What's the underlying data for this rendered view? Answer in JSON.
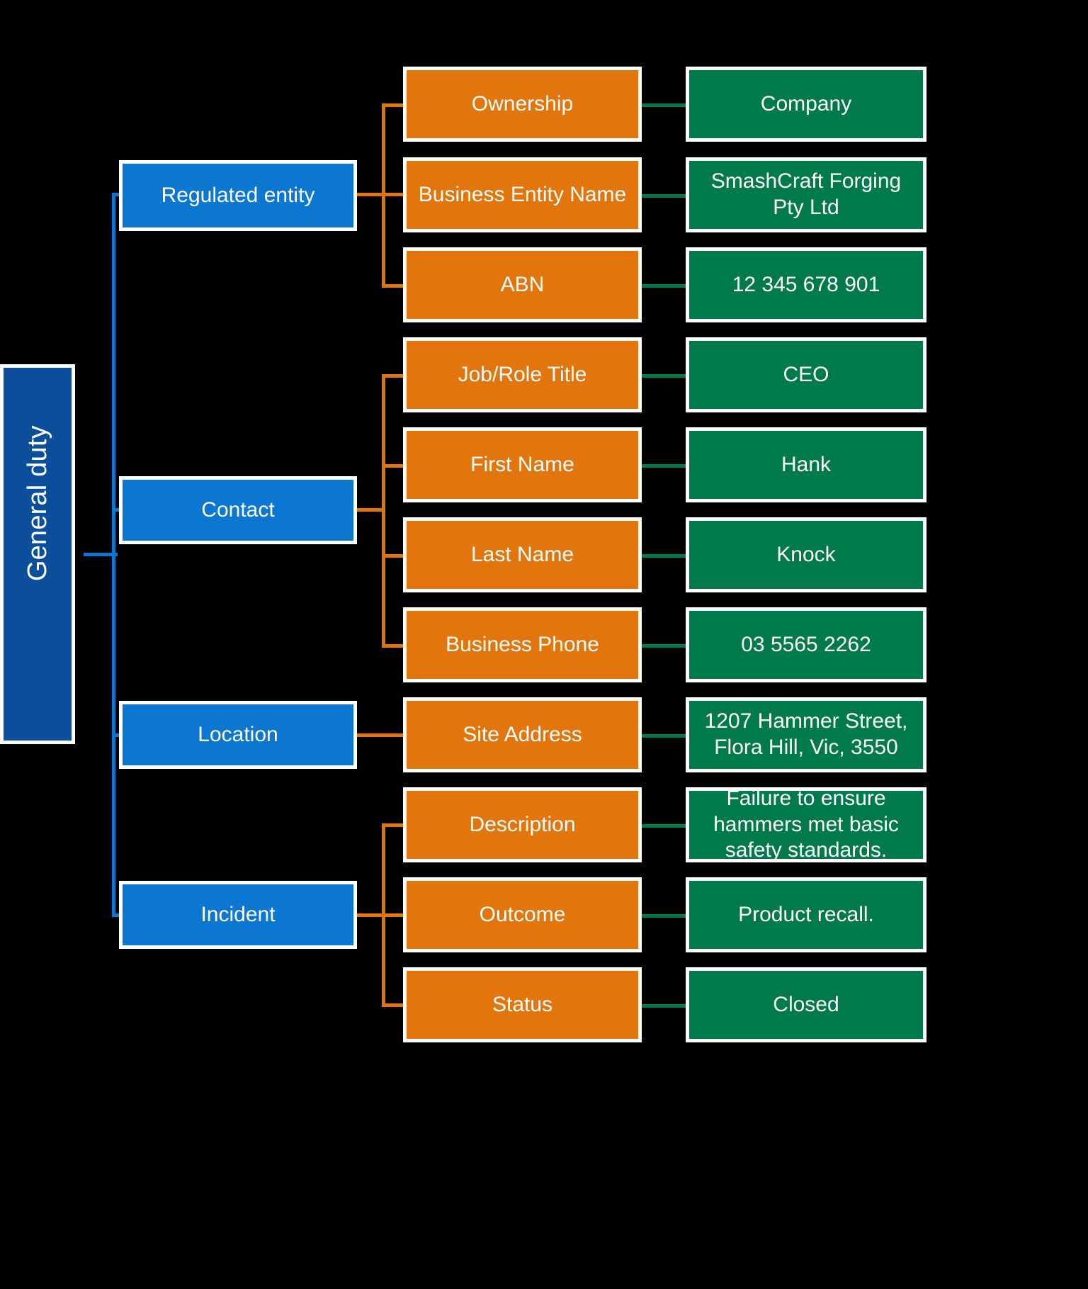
{
  "diagram": {
    "title": "General duty",
    "colors": {
      "root": "#0B4F9C",
      "level1": "#0B77D0",
      "level2": "#E2760D",
      "level3": "#00794B",
      "border": "#FFFFFF",
      "background": "#000000"
    },
    "root": {
      "label": "General duty"
    },
    "groups": [
      {
        "key": "regulated-entity",
        "label": "Regulated entity",
        "fields": [
          {
            "key": "ownership",
            "label": "Ownership",
            "value": "Company"
          },
          {
            "key": "business-entity-name",
            "label": "Business Entity Name",
            "value": "SmashCraft Forging Pty Ltd"
          },
          {
            "key": "abn",
            "label": "ABN",
            "value": "12 345 678 901"
          }
        ]
      },
      {
        "key": "contact",
        "label": "Contact",
        "fields": [
          {
            "key": "job-role-title",
            "label": "Job/Role Title",
            "value": "CEO"
          },
          {
            "key": "first-name",
            "label": "First Name",
            "value": "Hank"
          },
          {
            "key": "last-name",
            "label": "Last Name",
            "value": "Knock"
          },
          {
            "key": "business-phone",
            "label": "Business Phone",
            "value": "03 5565 2262"
          }
        ]
      },
      {
        "key": "location",
        "label": "Location",
        "fields": [
          {
            "key": "site-address",
            "label": "Site Address",
            "value": "1207 Hammer Street, Flora Hill, Vic, 3550"
          }
        ]
      },
      {
        "key": "incident",
        "label": "Incident",
        "fields": [
          {
            "key": "description",
            "label": "Description",
            "value": "Failure to ensure hammers met basic safety standards."
          },
          {
            "key": "outcome",
            "label": "Outcome",
            "value": "Product recall."
          },
          {
            "key": "status",
            "label": "Status",
            "value": "Closed"
          }
        ]
      }
    ]
  }
}
